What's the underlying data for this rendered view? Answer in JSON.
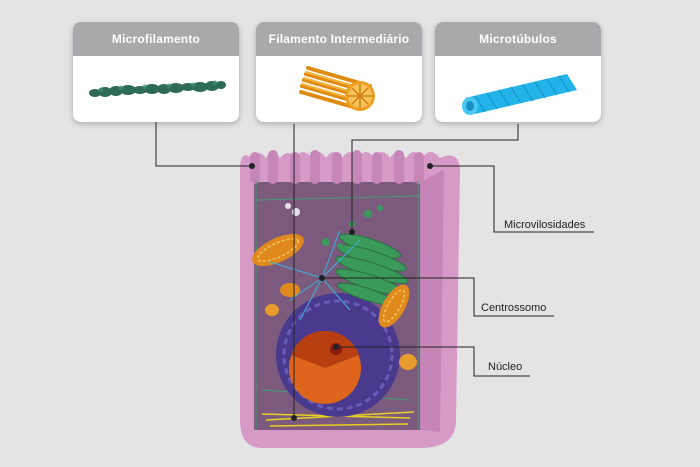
{
  "cards": [
    {
      "id": "microfilamento",
      "title": "Microfilamento",
      "color": "#2e6b57"
    },
    {
      "id": "filamento-intermediario",
      "title": "Filamento Intermediário",
      "color": "#f0a020"
    },
    {
      "id": "microtubulos",
      "title": "Microtúbulos",
      "color": "#22b4e8"
    }
  ],
  "labels": {
    "microvilosidades": "Microvilosidades",
    "centrossomo": "Centrossomo",
    "nucleo": "Núcleo"
  },
  "colors": {
    "background": "#e4e4e4",
    "card_header": "#a9a9ab",
    "cell_membrane": "#d79ac6",
    "cytoplasm": "#7b5a7e",
    "golgi": "#3a9a5a",
    "mitochondria": "#e08a1e",
    "nucleus_envelope": "#4a3a8e",
    "nucleolus": "#e0651c",
    "leader_line": "#222222"
  }
}
